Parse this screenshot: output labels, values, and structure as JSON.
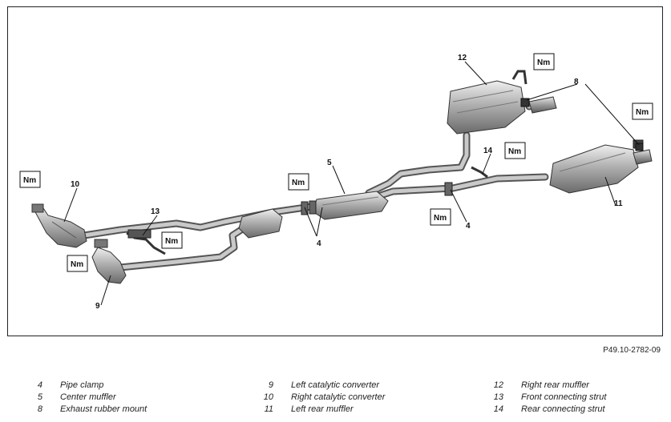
{
  "figure_id": "P49.10-2782-09",
  "torque_label": "Nm",
  "callouts": {
    "c4a": "4",
    "c4b": "4",
    "c5": "5",
    "c8": "8",
    "c9": "9",
    "c10": "10",
    "c11": "11",
    "c12": "12",
    "c13": "13",
    "c14": "14"
  },
  "legend": [
    [
      {
        "num": "4",
        "label": "Pipe clamp"
      },
      {
        "num": "5",
        "label": "Center muffler"
      },
      {
        "num": "8",
        "label": "Exhaust rubber mount"
      }
    ],
    [
      {
        "num": "9",
        "label": "Left catalytic converter"
      },
      {
        "num": "10",
        "label": "Right catalytic converter"
      },
      {
        "num": "11",
        "label": "Left rear muffler"
      }
    ],
    [
      {
        "num": "12",
        "label": "Right rear muffler"
      },
      {
        "num": "13",
        "label": "Front connecting strut"
      },
      {
        "num": "14",
        "label": "Rear connecting strut"
      }
    ]
  ]
}
